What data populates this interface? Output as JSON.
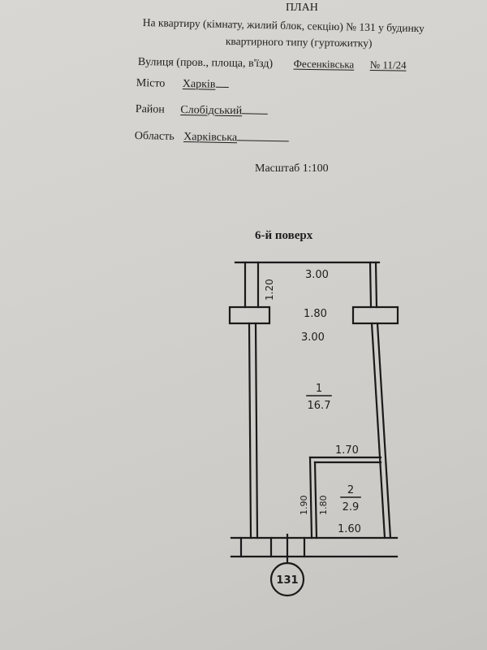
{
  "document": {
    "title": "ПЛАН",
    "subtitle_line1": "На квартиру (кімнату, жилий блок, секцію) № 131 у будинку",
    "subtitle_line2": "квартирного типу (гуртожитку)",
    "fields": {
      "street_label": "Вулиця (пров., площа, в'їзд)",
      "street_value": "Фесенківська",
      "house_number": "№ 11/24",
      "city_label": "Місто",
      "city_value": "Харків",
      "district_label": "Район",
      "district_value": "Слобідський",
      "region_label": "Область",
      "region_value": "Харківська"
    },
    "scale": "Масштаб 1:100",
    "floor": "6-й поверх"
  },
  "plan": {
    "dimensions": {
      "top_width": "3.00",
      "side_height": "1.20",
      "window_width": "1.80",
      "room_width": "3.00",
      "bath_top": "1.70",
      "bath_side_outer": "1.90",
      "bath_side_inner": "1.80",
      "bath_bottom": "1.60"
    },
    "rooms": [
      {
        "number": "1",
        "area": "16.7"
      },
      {
        "number": "2",
        "area": "2.9"
      }
    ],
    "apartment_marker": "131"
  }
}
